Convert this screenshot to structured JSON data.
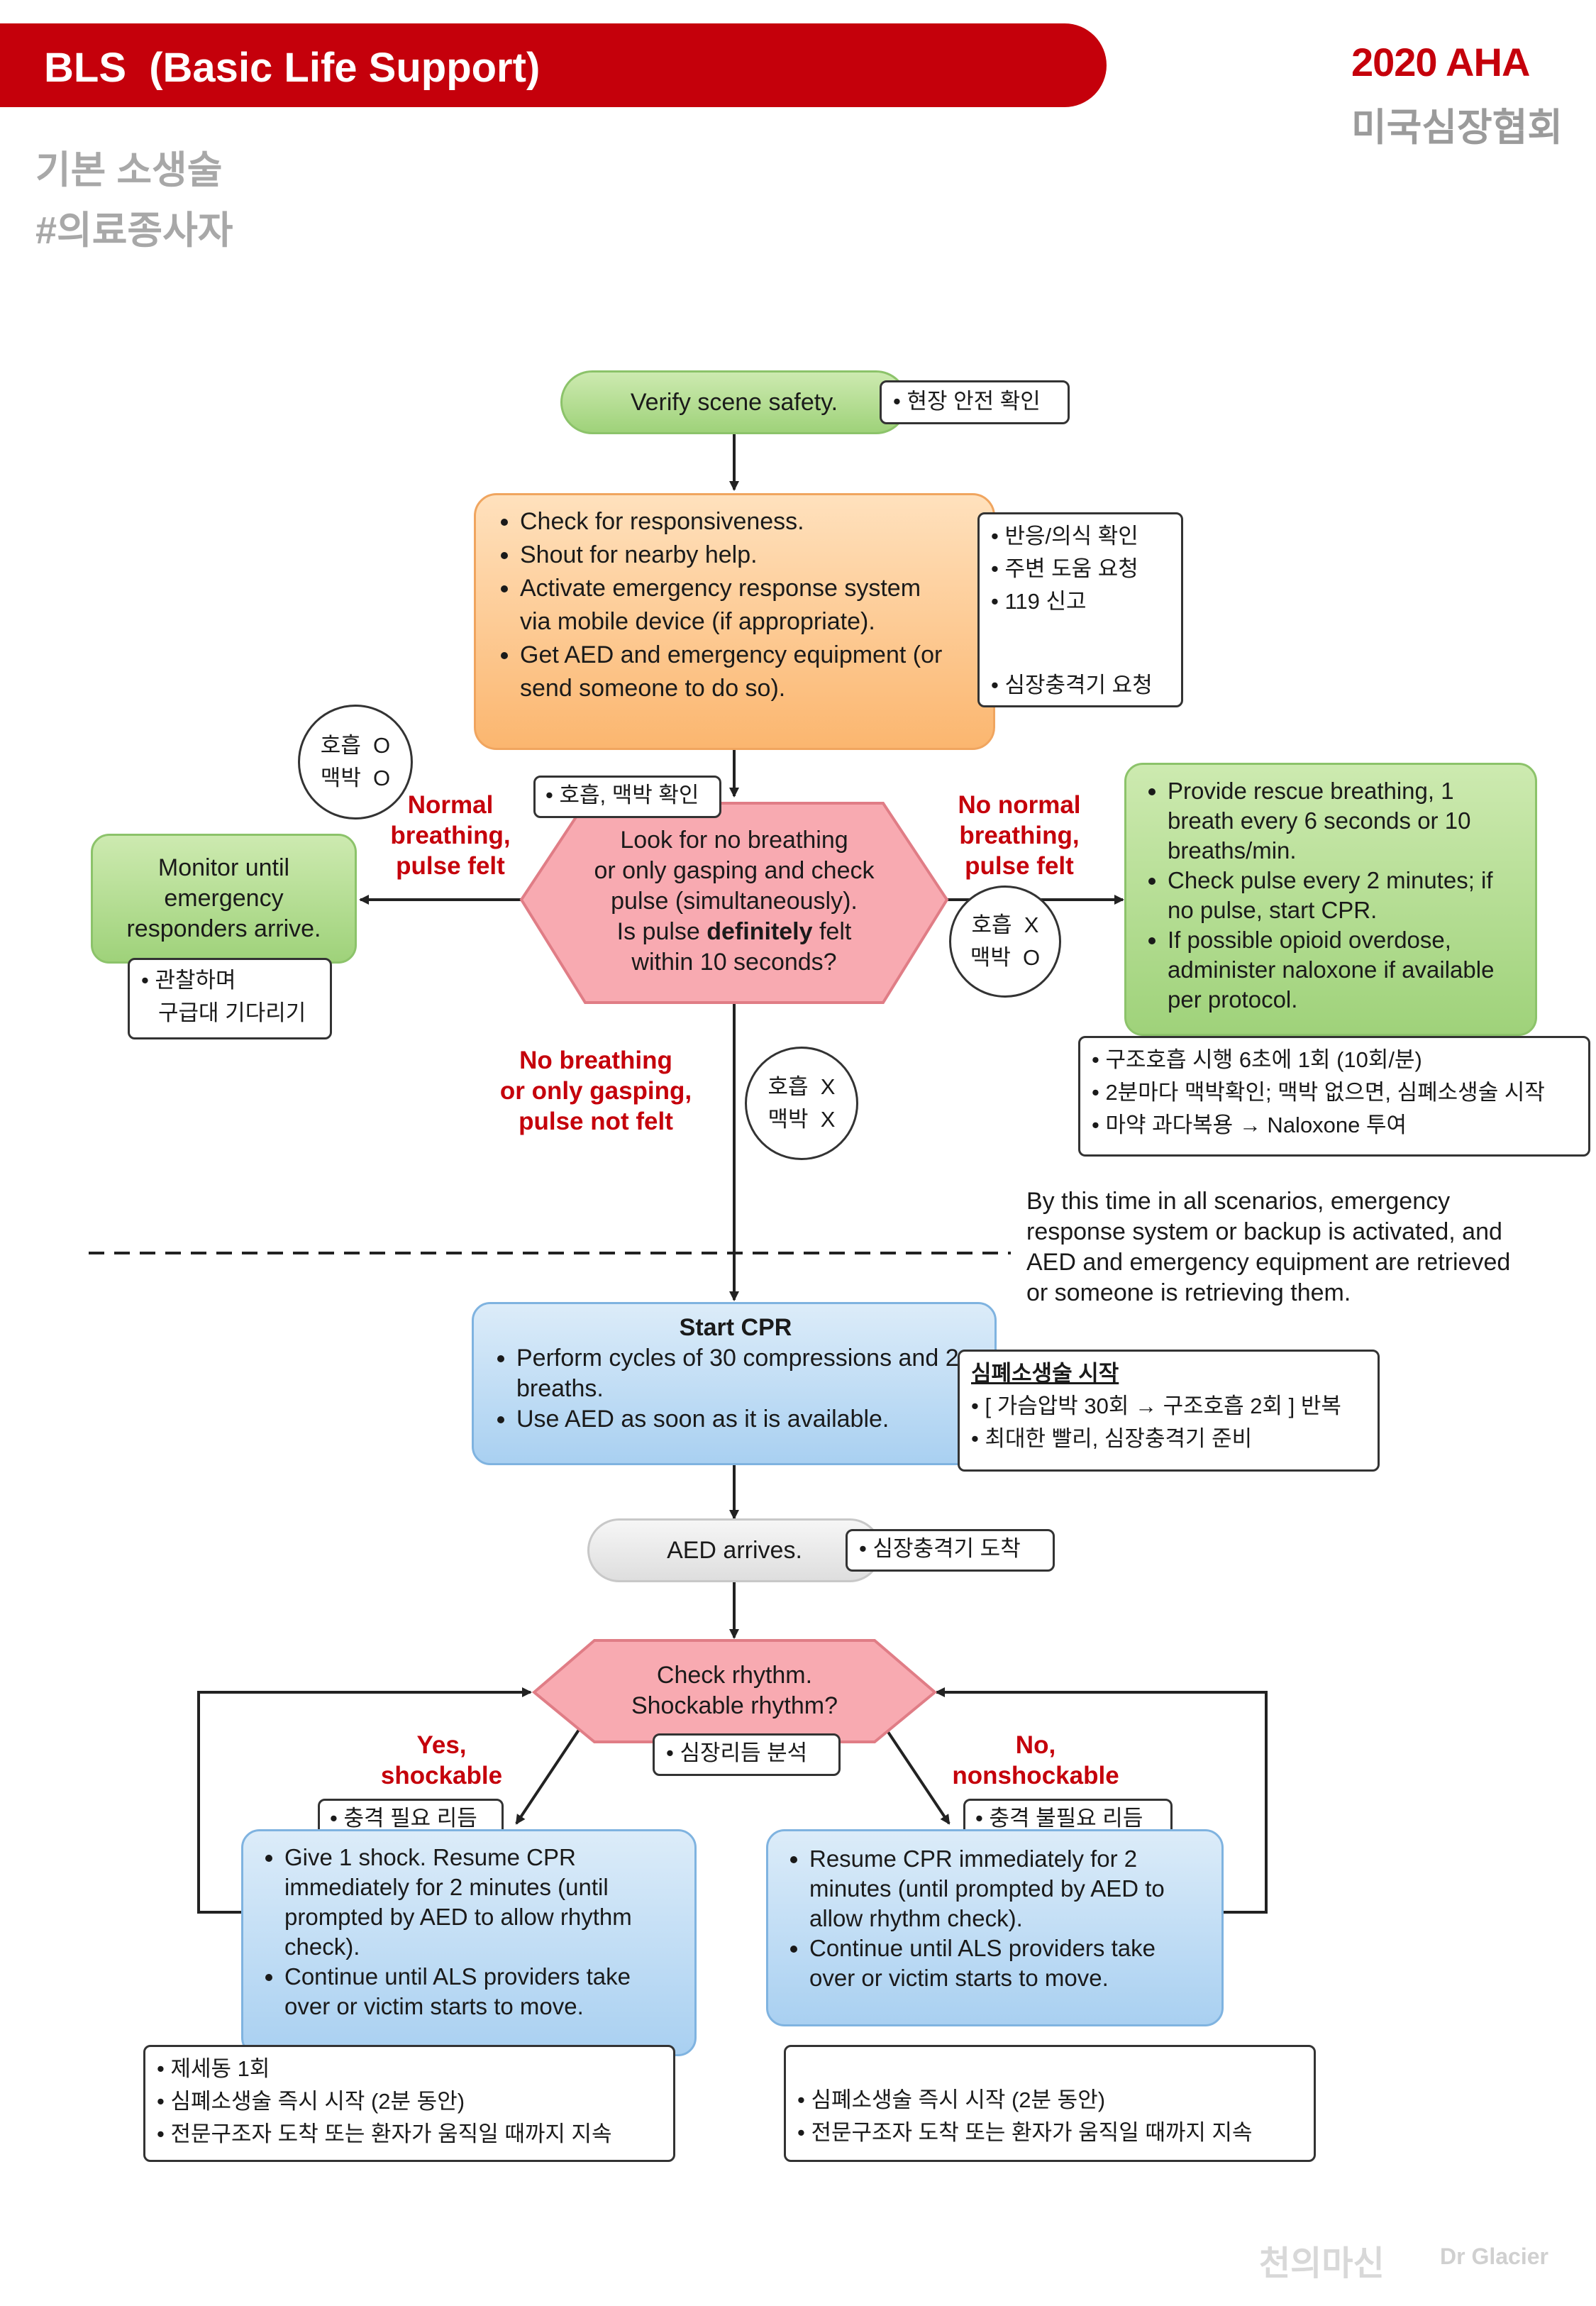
{
  "header": {
    "title": "BLS  (Basic Life Support)",
    "aha_year": "2020 AHA",
    "aha_org": "미국심장협회",
    "subtitle_1": "기본 소생술",
    "subtitle_2": "#의료종사자"
  },
  "colors": {
    "brand_red": "#c5000b",
    "green_box": "#9fd27a",
    "orange_box": "#fbb66f",
    "blue_box": "#a9d0f1",
    "pink_hexagon": "#f7a3ab",
    "gray_box": "#dedede"
  },
  "flow": {
    "scene": {
      "text": "Verify scene safety.",
      "note": "현장 안전 확인"
    },
    "responsiveness": {
      "items": [
        "Check for responsiveness.",
        "Shout for nearby help.",
        "Activate emergency response system via mobile device (if appropriate).",
        "Get AED and emergency equipment (or send someone to do so)."
      ],
      "notes": [
        "반응/의식 확인",
        "주변 도움 요청",
        "119 신고",
        "심장충격기 요청"
      ]
    },
    "assess": {
      "line1": "Look for no breathing",
      "line2": "or only gasping and check",
      "line3": "pulse (simultaneously).",
      "line4_pre": "Is pulse ",
      "line4_bold": "definitely",
      "line4_post": " felt",
      "line5": "within 10 seconds?",
      "note": "호흡, 맥박 확인"
    },
    "left_branch": {
      "label": [
        "Normal",
        "breathing,",
        "pulse felt"
      ],
      "circle": [
        "호흡  O",
        "맥박  O"
      ],
      "box_lines": [
        "Monitor until",
        "emergency",
        "responders arrive."
      ],
      "note": [
        "관찰하며",
        "구급대 기다리기"
      ]
    },
    "right_branch": {
      "label": [
        "No normal",
        "breathing,",
        "pulse felt"
      ],
      "circle": [
        "호흡  X",
        "맥박  O"
      ],
      "items": [
        "Provide rescue breathing, 1 breath every 6 seconds or 10 breaths/min.",
        "Check pulse every 2 minutes; if no pulse, start CPR.",
        "If possible opioid overdose, administer naloxone if available per protocol."
      ],
      "notes": [
        "구조호흡 시행 6초에 1회 (10회/분)",
        "2분마다 맥박확인; 맥박 없으면, 심폐소생술 시작",
        "마약 과다복용 → Naloxone 투여"
      ]
    },
    "down_branch": {
      "label": [
        "No breathing",
        "or only gasping,",
        "pulse not felt"
      ],
      "circle": [
        "호흡  X",
        "맥박  X"
      ]
    },
    "info": "By this time in all scenarios, emergency response system or backup is activated, and AED and emergency equipment are retrieved or someone is retrieving them.",
    "cpr": {
      "title": "Start CPR",
      "items": [
        "Perform cycles of 30 compressions and 2 breaths.",
        "Use AED as soon as it is available."
      ],
      "note_title": "심폐소생술 시작",
      "notes": [
        "[ 가슴압박 30회 → 구조호흡 2회 ] 반복",
        "최대한 빨리, 심장충격기 준비"
      ]
    },
    "aed": {
      "text": "AED arrives.",
      "note": "심장충격기 도착"
    },
    "rhythm": {
      "line1": "Check rhythm.",
      "line2": "Shockable rhythm?",
      "note": "심장리듬 분석"
    },
    "shockable": {
      "label": [
        "Yes,",
        "shockable"
      ],
      "tag": "충격 필요 리듬",
      "items": [
        "Give 1 shock. Resume CPR immediately for 2 minutes (until prompted by AED to allow rhythm check).",
        "Continue until ALS providers take over or victim starts to move."
      ],
      "notes": [
        "제세동 1회",
        "심폐소생술 즉시 시작 (2분 동안)",
        "전문구조자 도착 또는 환자가 움직일 때까지 지속"
      ]
    },
    "nonshockable": {
      "label": [
        "No,",
        "nonshockable"
      ],
      "tag": "충격 불필요 리듬",
      "items": [
        "Resume CPR immediately for 2 minutes (until prompted by AED to allow rhythm check).",
        "Continue until ALS providers take over or victim starts to move."
      ],
      "notes": [
        "심폐소생술 즉시 시작 (2분 동안)",
        "전문구조자 도착 또는 환자가 움직일 때까지 지속"
      ]
    }
  },
  "watermark": {
    "korean": "천의마신",
    "english": "Dr Glacier"
  }
}
